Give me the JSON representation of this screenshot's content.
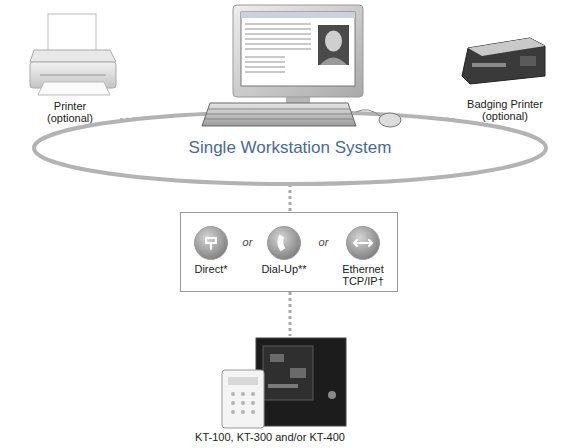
{
  "diagram": {
    "nodes": [
      {
        "text": [
          "Printer (optional)"
        ]
      },
      {
        "text": [
          "Badging Printer (optional)"
        ]
      },
      {
        "text": [
          "Single Workstation System"
        ]
      },
      {
        "text": [
          "or",
          "or"
        ]
      },
      {
        "text": [
          "Direct*"
        ],
        "in": 3
      },
      {
        "text": [
          "Dial-Up**"
        ],
        "in": 3
      },
      {
        "text": [
          "Ethernet TCP/IP†"
        ],
        "in": 3
      },
      {
        "text": [
          "KT-100, KT-300 and/or KT-400"
        ]
      }
    ],
    "edges": [
      {
        "from": 0,
        "to": 2,
        "arrow": "none"
      },
      {
        "from": 1,
        "to": 2,
        "arrow": "none"
      },
      {
        "from": 2,
        "to": 3,
        "arrow": "none"
      },
      {
        "from": 3,
        "to": 7,
        "arrow": "none"
      }
    ]
  }
}
